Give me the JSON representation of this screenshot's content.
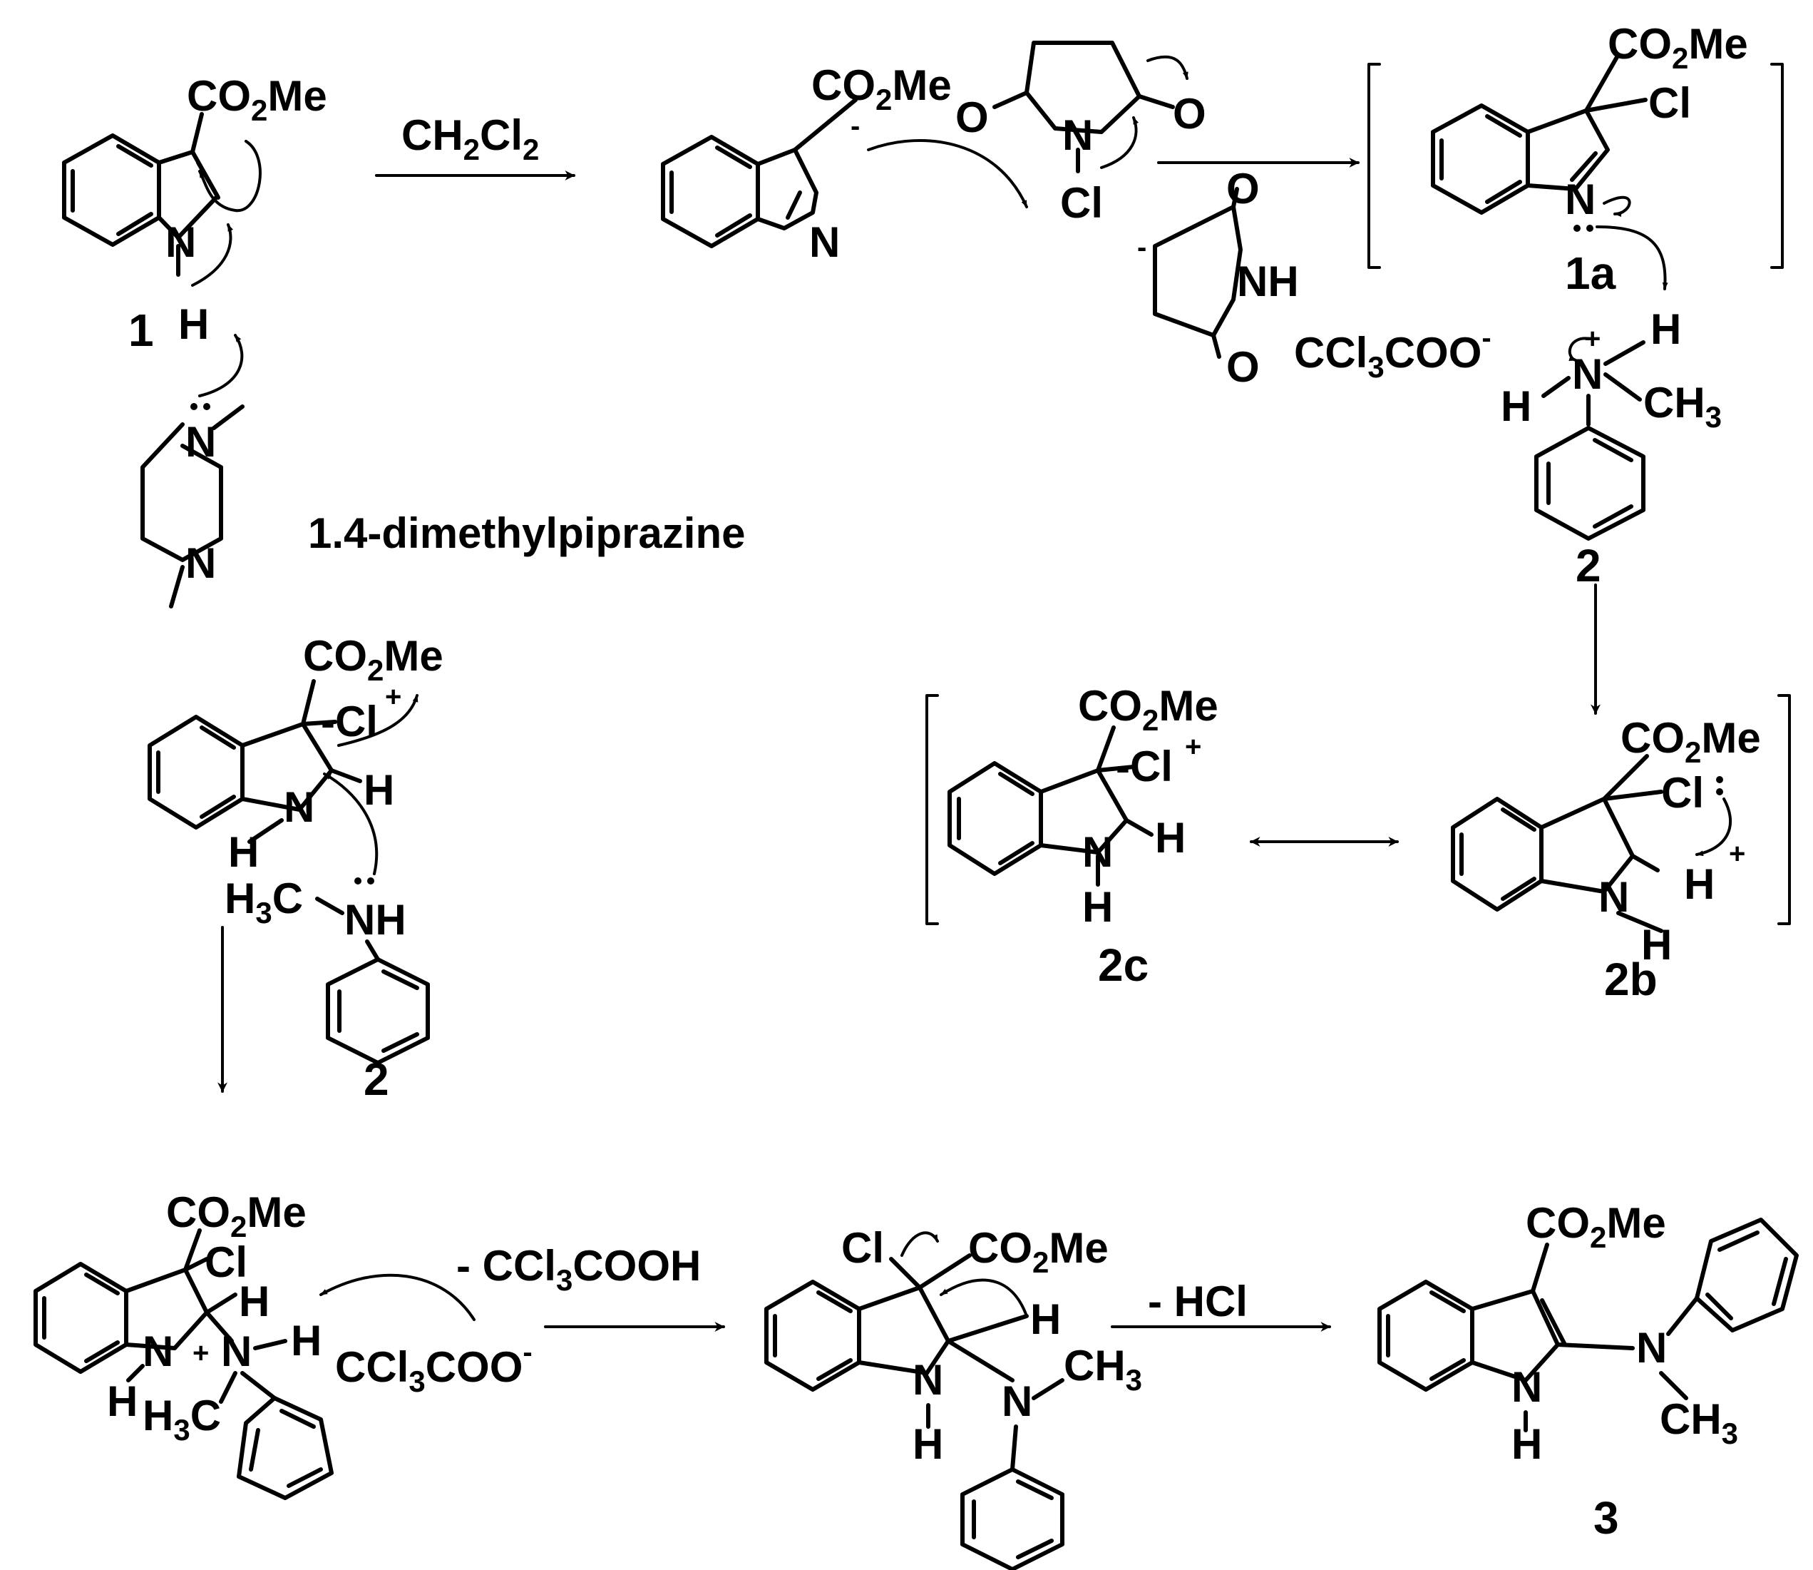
{
  "reagents": {
    "solvent": {
      "main": "CH",
      "sub1": "2",
      "mid": "Cl",
      "sub2": "2"
    },
    "base": "1.4-dimethylpiprazine",
    "minus_acid": {
      "pre": "- CCl",
      "sub": "3",
      "post": "COOH"
    },
    "minus_hcl": "- HCl"
  },
  "labels": {
    "atom_N": "N",
    "atom_H": "H",
    "atom_Cl": "Cl",
    "atom_O": "O",
    "atom_NH": "NH",
    "plus": "+",
    "minus": "-",
    "ester": {
      "pre": "CO",
      "sub": "2",
      "post": "Me"
    },
    "methyl": {
      "pre": "CH",
      "sub": "3"
    },
    "methyl_rev": {
      "pre": "H",
      "sub": "3",
      "post": "C"
    },
    "tca_anion": {
      "pre": "CCl",
      "sub": "3",
      "post": "COO",
      "sup": "-"
    },
    "cl_dash": "-Cl"
  },
  "compounds": {
    "c1": "1",
    "c1a": "1a",
    "c2_top": "2",
    "c2_left": "2",
    "c2b": "2b",
    "c2c": "2c",
    "c3": "3"
  }
}
